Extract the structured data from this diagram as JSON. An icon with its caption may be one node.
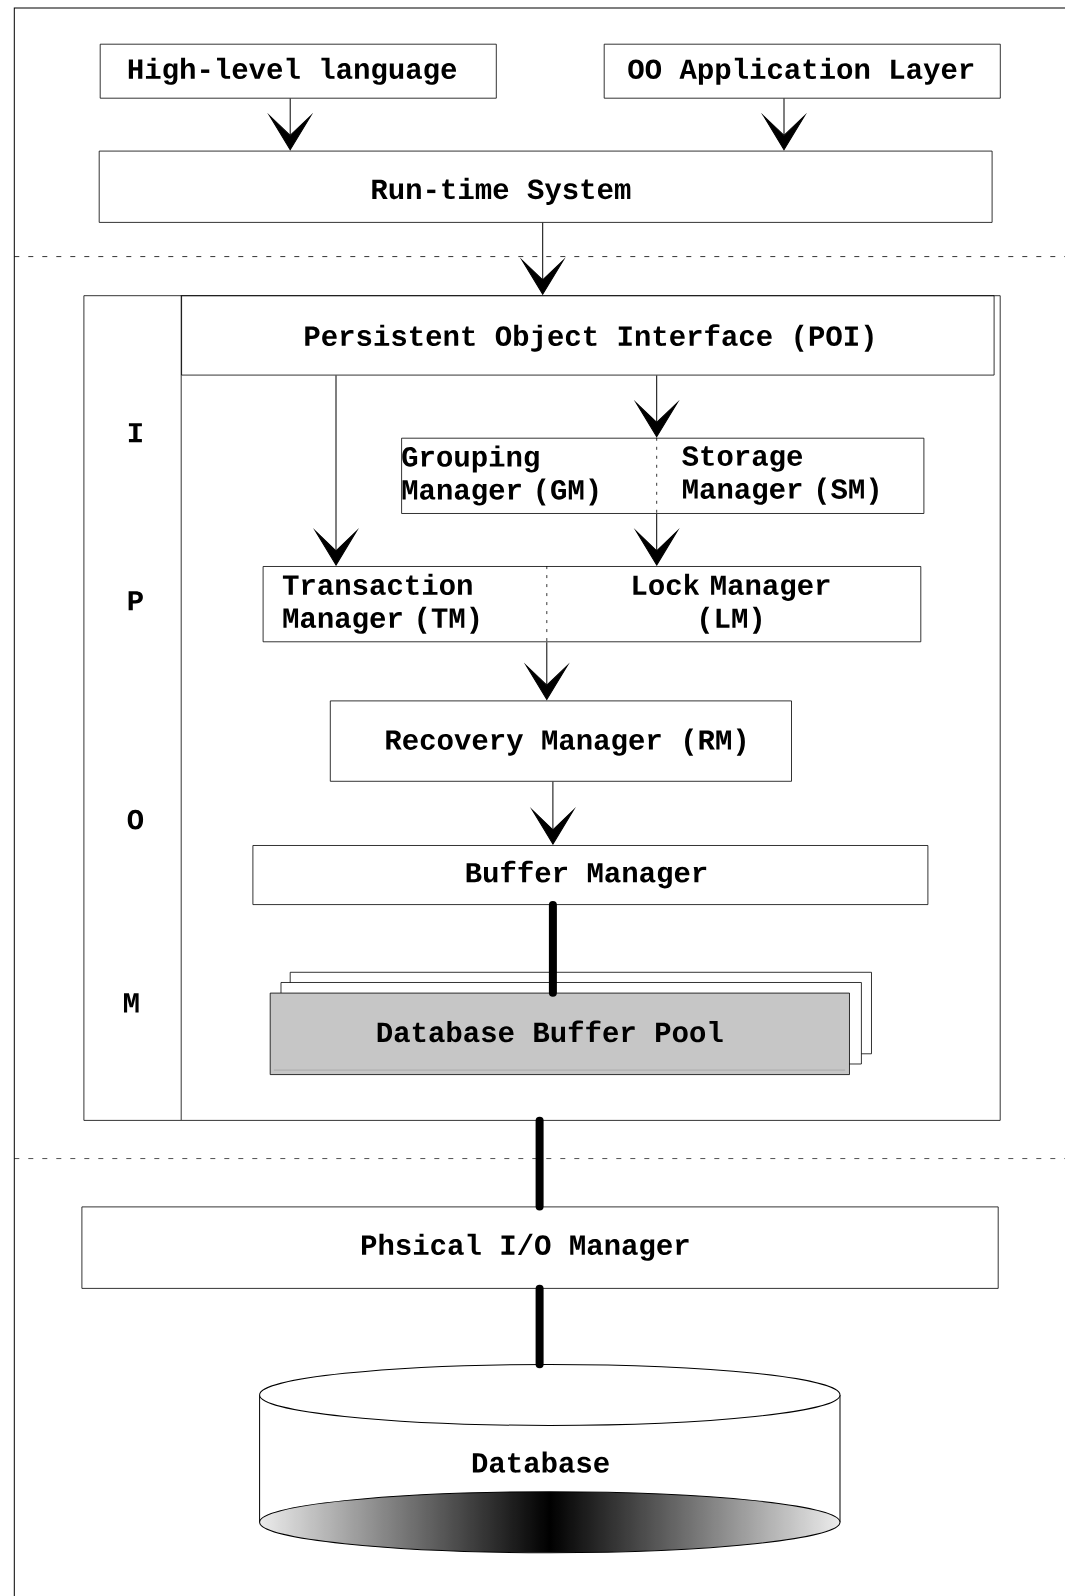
{
  "diagram": {
    "nodes": [
      {
        "text": [
          "High-level language"
        ]
      },
      {
        "text": [
          "OO Application Layer"
        ]
      },
      {
        "text": [
          "Run-time System"
        ]
      },
      {
        "text": [
          "I",
          "P",
          "O",
          "M"
        ]
      },
      {
        "text": [
          "Persistent Object Interface (POI)"
        ],
        "in": 3
      },
      {
        "text": [
          "Grouping Manager (GM)",
          "Storage Manager (SM)"
        ],
        "in": 3
      },
      {
        "text": [
          "Transaction Manager (TM)",
          "Lock Manager (LM)"
        ],
        "in": 3
      },
      {
        "text": [
          "Recovery Manager (RM)"
        ],
        "in": 3
      },
      {
        "text": [
          "Buffer Manager"
        ],
        "in": 3
      },
      {
        "text": [
          "Database Buffer Pool"
        ],
        "in": 3
      },
      {
        "text": [
          "Phsical I/O Manager"
        ]
      },
      {
        "text": [
          "Database"
        ]
      }
    ],
    "edges": [
      {
        "from": 0,
        "to": 2,
        "arrow": "to"
      },
      {
        "from": 1,
        "to": 2,
        "arrow": "to"
      },
      {
        "from": 2,
        "to": 4,
        "arrow": "to"
      },
      {
        "from": 4,
        "to": 5,
        "arrow": "to"
      },
      {
        "from": 4,
        "to": 6,
        "arrow": "to"
      },
      {
        "from": 5,
        "to": 6,
        "arrow": "to"
      },
      {
        "from": 6,
        "to": 7,
        "arrow": "to"
      },
      {
        "from": 7,
        "to": 8,
        "arrow": "to"
      },
      {
        "from": 8,
        "to": 9,
        "arrow": "none",
        "style": "thick"
      },
      {
        "from": 3,
        "to": 10,
        "arrow": "none",
        "style": "thick"
      },
      {
        "from": 10,
        "to": 11,
        "arrow": "none",
        "style": "thick"
      }
    ]
  }
}
